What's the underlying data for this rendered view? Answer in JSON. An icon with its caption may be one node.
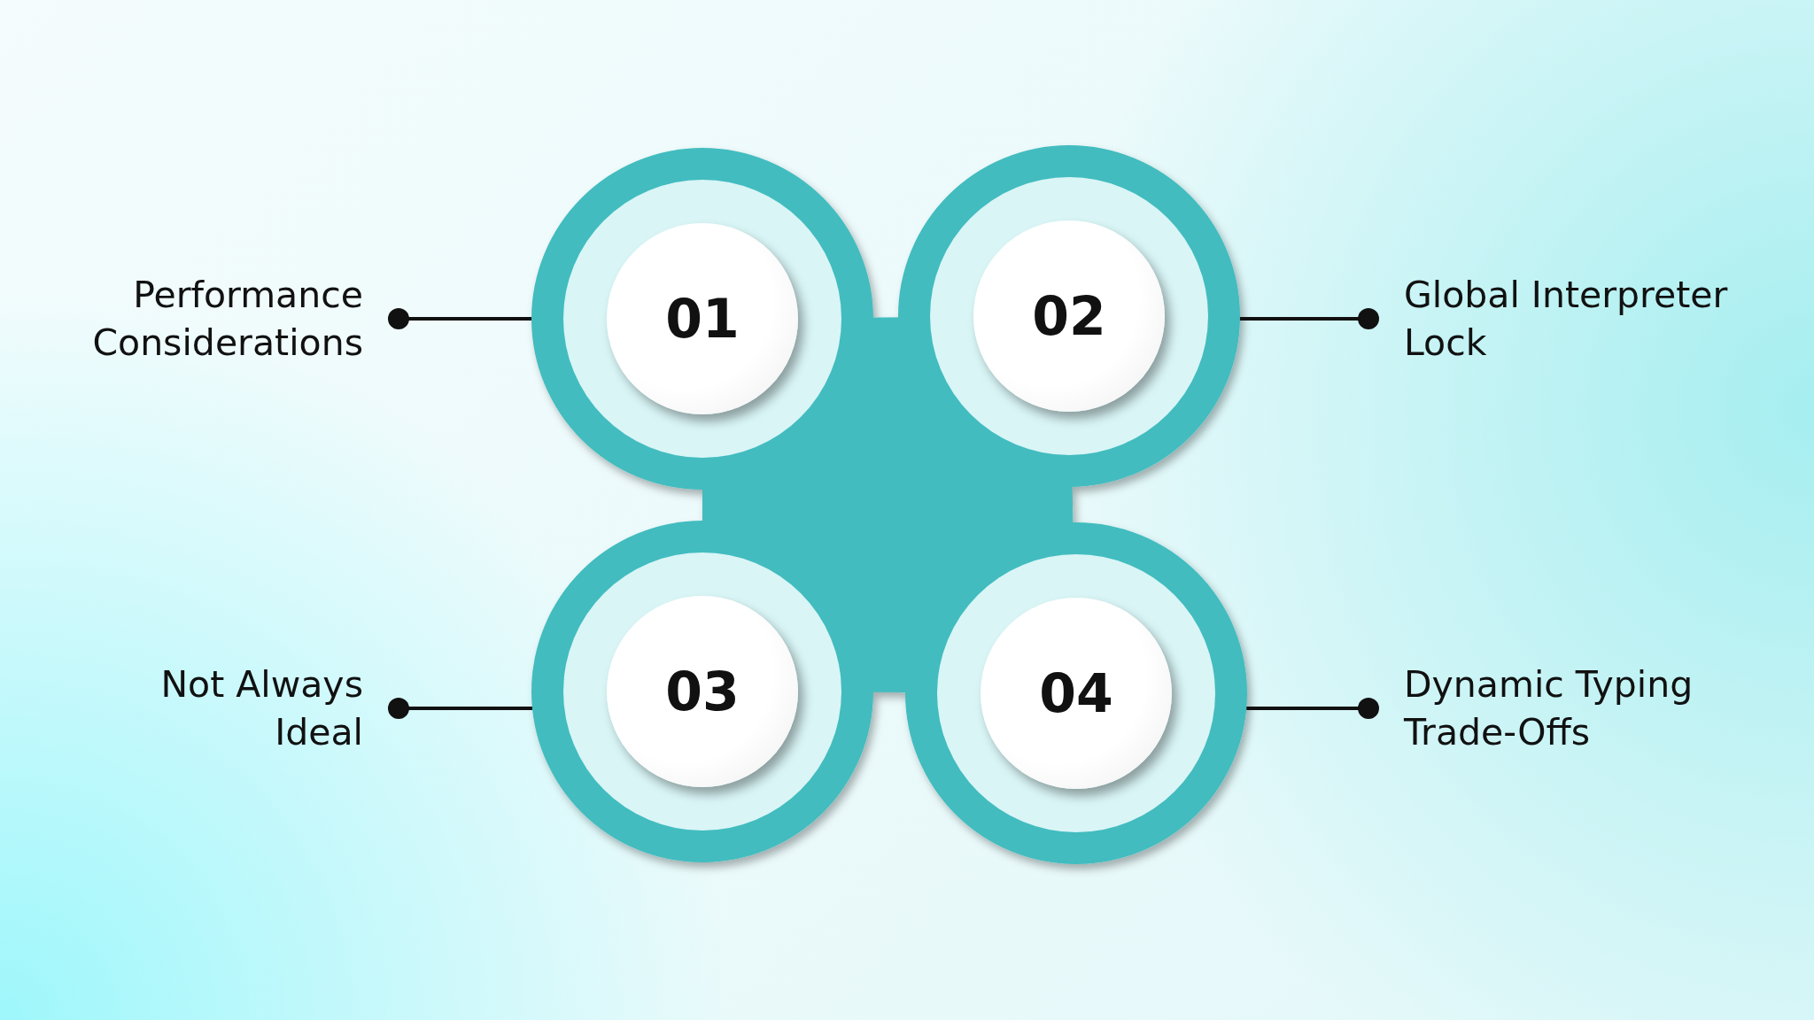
{
  "diagram": {
    "nodes": [
      {
        "text": [
          "01"
        ]
      },
      {
        "text": [
          "02"
        ]
      },
      {
        "text": [
          "03"
        ]
      },
      {
        "text": [
          "04"
        ]
      },
      {
        "text": [
          "Performance Considerations"
        ]
      },
      {
        "text": [
          "Global Interpreter Lock"
        ]
      },
      {
        "text": [
          "Not Always Ideal"
        ]
      },
      {
        "text": [
          "Dynamic Typing Trade-Offs"
        ]
      }
    ],
    "edges": [
      {
        "from": 4,
        "to": 0,
        "arrow": "other"
      },
      {
        "from": 5,
        "to": 1,
        "arrow": "other"
      },
      {
        "from": 6,
        "to": 2,
        "arrow": "other"
      },
      {
        "from": 7,
        "to": 3,
        "arrow": "other"
      }
    ]
  }
}
